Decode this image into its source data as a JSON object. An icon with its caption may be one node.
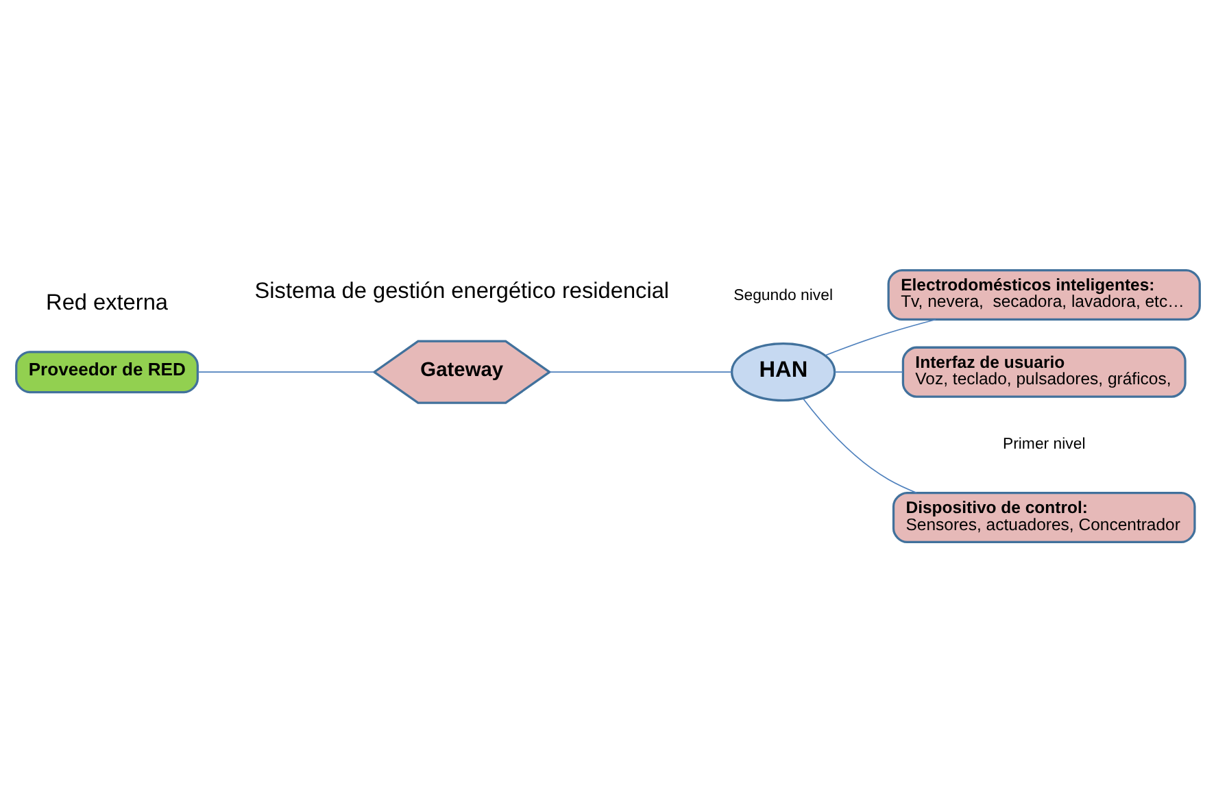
{
  "diagram": {
    "nodes": [
      {
        "text": [
          "Proveedor de RED"
        ]
      },
      {
        "text": [
          "Gateway"
        ]
      },
      {
        "text": [
          "HAN"
        ]
      },
      {
        "text": [
          "Dispositivo de control:",
          "Sensores, actuadores, Concentrador"
        ]
      },
      {
        "text": [
          "Electrodomésticos inteligentes:",
          "Tv, nevera,  secadora, lavadora, etc…"
        ]
      },
      {
        "text": [
          "Interfaz de usuario",
          "Voz, teclado, pulsadores, gráficos,"
        ]
      }
    ],
    "edges": [
      {
        "from": 0,
        "to": 1,
        "arrow": "none"
      },
      {
        "from": 1,
        "to": 2,
        "arrow": "none"
      },
      {
        "from": 2,
        "to": 3,
        "arrow": "none"
      },
      {
        "from": 2,
        "to": 4,
        "arrow": "none"
      },
      {
        "from": 2,
        "to": 5,
        "arrow": "none"
      }
    ],
    "labels": [
      "Red externa",
      "Sistema de gestión energético residencial",
      "Segundo nivel",
      "Primer nivel"
    ]
  }
}
